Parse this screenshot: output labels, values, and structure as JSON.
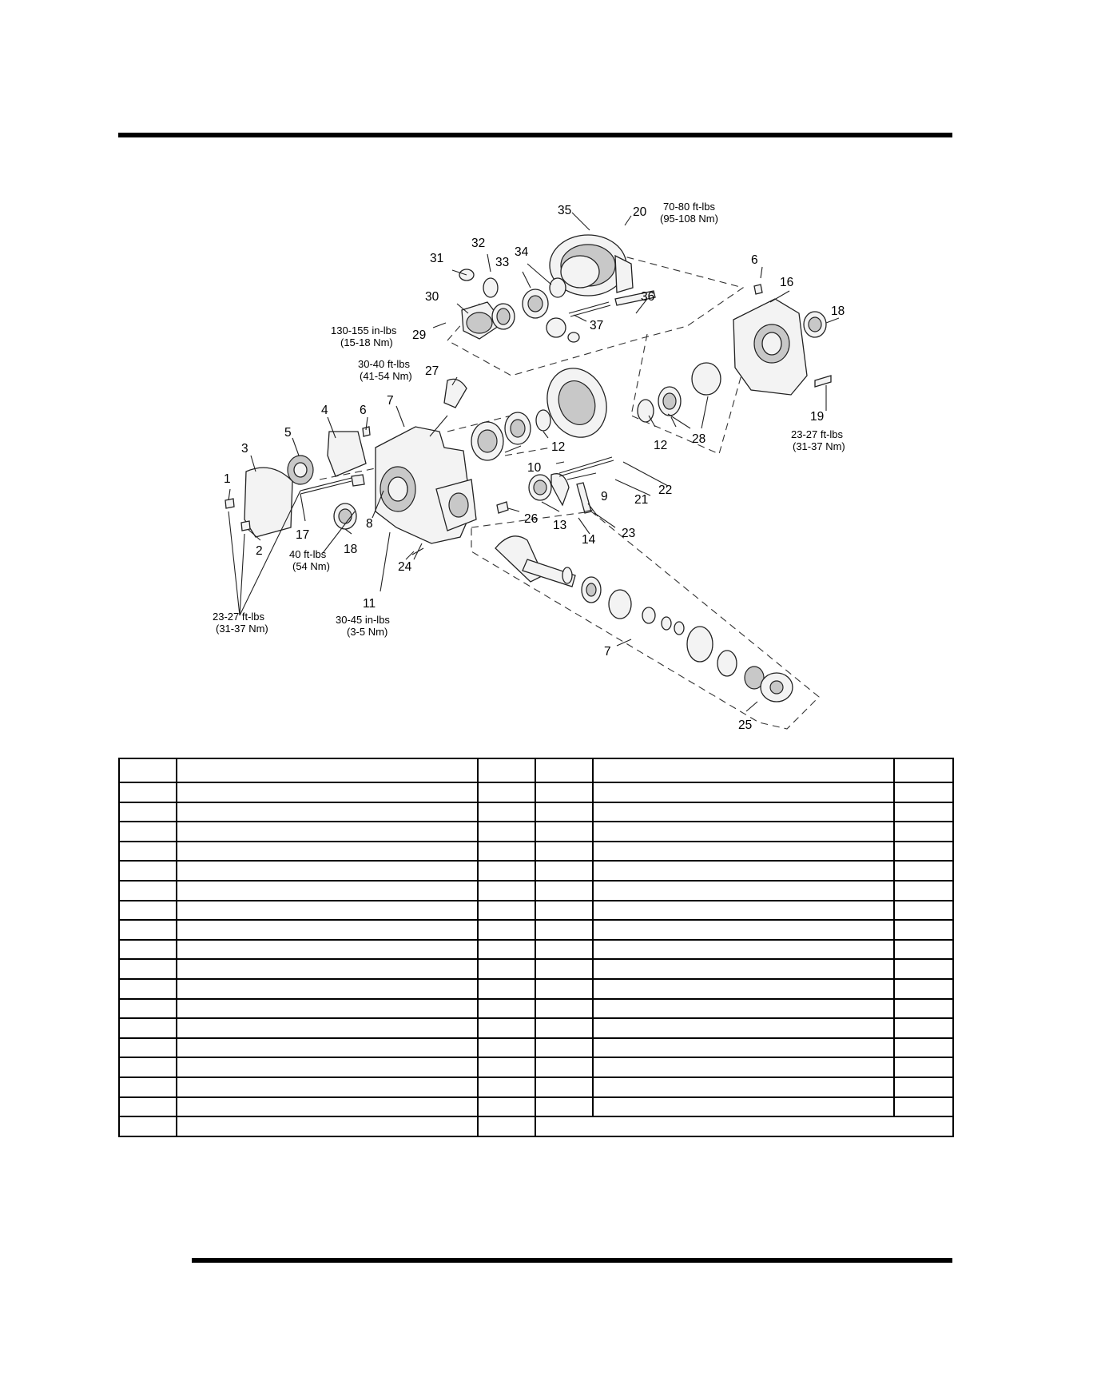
{
  "callouts": {
    "n1": "1",
    "n2": "2",
    "n3": "3",
    "n4": "4",
    "n5": "5",
    "n6a": "6",
    "n6b": "6",
    "n7a": "7",
    "n7b": "7",
    "n8": "8",
    "n9": "9",
    "n10": "10",
    "n11": "11",
    "n12a": "12",
    "n12b": "12",
    "n13": "13",
    "n14": "14",
    "n16": "16",
    "n17": "17",
    "n18a": "18",
    "n18b": "18",
    "n19": "19",
    "n20": "20",
    "n21": "21",
    "n22": "22",
    "n23": "23",
    "n24": "24",
    "n25": "25",
    "n26": "26",
    "n27": "27",
    "n28": "28",
    "n29": "29",
    "n30": "30",
    "n31": "31",
    "n32": "32",
    "n33": "33",
    "n34": "34",
    "n35": "35",
    "n36": "36",
    "n37": "37"
  },
  "torques": {
    "t20": [
      "70-80 ft-lbs",
      "(95-108 Nm)"
    ],
    "t29": [
      "130-155 in-lbs",
      "(15-18 Nm)"
    ],
    "t27": [
      "30-40 ft-lbs",
      "(41-54 Nm)"
    ],
    "t19": [
      "23-27 ft-lbs",
      "(31-37 Nm)"
    ],
    "t18": [
      "40 ft-lbs",
      "(54 Nm)"
    ],
    "t11": [
      "30-45 in-lbs",
      "(3-5 Nm)"
    ],
    "t1": [
      "23-27 ft-lbs",
      "(31-37 Nm)"
    ]
  },
  "table": {
    "header": [
      "",
      "",
      "",
      "",
      "",
      ""
    ],
    "rows": [
      [
        "",
        "",
        "",
        "",
        "",
        ""
      ],
      [
        "",
        "",
        "",
        "",
        "",
        ""
      ],
      [
        "",
        "",
        "",
        "",
        "",
        ""
      ],
      [
        "",
        "",
        "",
        "",
        "",
        ""
      ],
      [
        "",
        "",
        "",
        "",
        "",
        ""
      ],
      [
        "",
        "",
        "",
        "",
        "",
        ""
      ],
      [
        "",
        "",
        "",
        "",
        "",
        ""
      ],
      [
        "",
        "",
        "",
        "",
        "",
        ""
      ],
      [
        "",
        "",
        "",
        "",
        "",
        ""
      ],
      [
        "",
        "",
        "",
        "",
        "",
        ""
      ],
      [
        "",
        "",
        "",
        "",
        "",
        ""
      ],
      [
        "",
        "",
        "",
        "",
        "",
        ""
      ],
      [
        "",
        "",
        "",
        "",
        "",
        ""
      ],
      [
        "",
        "",
        "",
        "",
        "",
        ""
      ],
      [
        "",
        "",
        "",
        "",
        "",
        ""
      ],
      [
        "",
        "",
        "",
        "",
        "",
        ""
      ],
      [
        "",
        "",
        "",
        "",
        "",
        ""
      ]
    ],
    "last_row": [
      "",
      "",
      "",
      ""
    ]
  }
}
